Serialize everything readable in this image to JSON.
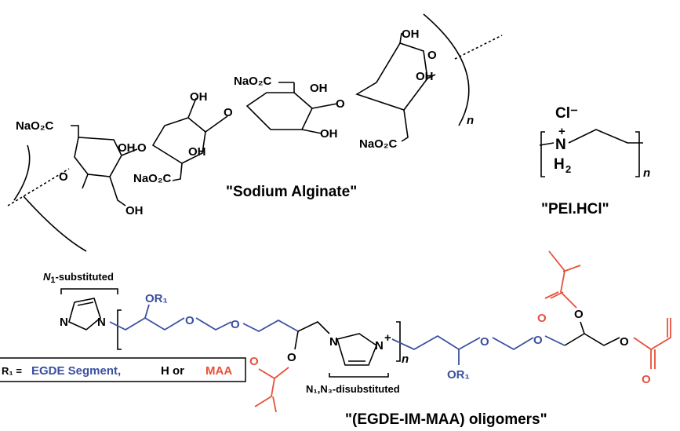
{
  "structures": {
    "alginate": {
      "caption": "\"Sodium Alginate\"",
      "repeat": "n",
      "labels": {
        "na_left": "NaO₂C",
        "na_top": "NaO₂C",
        "na_mid": "NaO₂C",
        "na_right": "NaO₂C",
        "oh_1": "OH",
        "oh_2": "OH",
        "oh_3": "OH",
        "oh_4": "OH",
        "oh_5": "OH",
        "oh_6": "OH",
        "oh_7": "OH",
        "oh_8": "OH"
      }
    },
    "pei": {
      "caption": "\"PEI.HCl\"",
      "counterion": "Cl⁻",
      "charge": "+",
      "nitrogen": "N",
      "hydrogen": "H",
      "h_sub": "2",
      "repeat": "n"
    },
    "oligomer": {
      "caption": "\"(EGDE-IM-MAA) oligomers\"",
      "n1_label_main": "N",
      "n1_label_sub": "1",
      "n1_label_rest": "-substituted",
      "n13_label": "N₁,N₃-disubstituted",
      "ring_n": "N",
      "ring_n_plus": "N",
      "plus": "+",
      "or1": "OR₁",
      "oxygen": "O",
      "repeat": "n"
    }
  },
  "legend": {
    "prefix": "R₁ =",
    "egde": "EGDE Segment,",
    "h_or": "H or",
    "maa": "MAA"
  },
  "colors": {
    "egde_blue": "#3a4fa0",
    "maa_red": "#e8503a",
    "black": "#000000"
  }
}
